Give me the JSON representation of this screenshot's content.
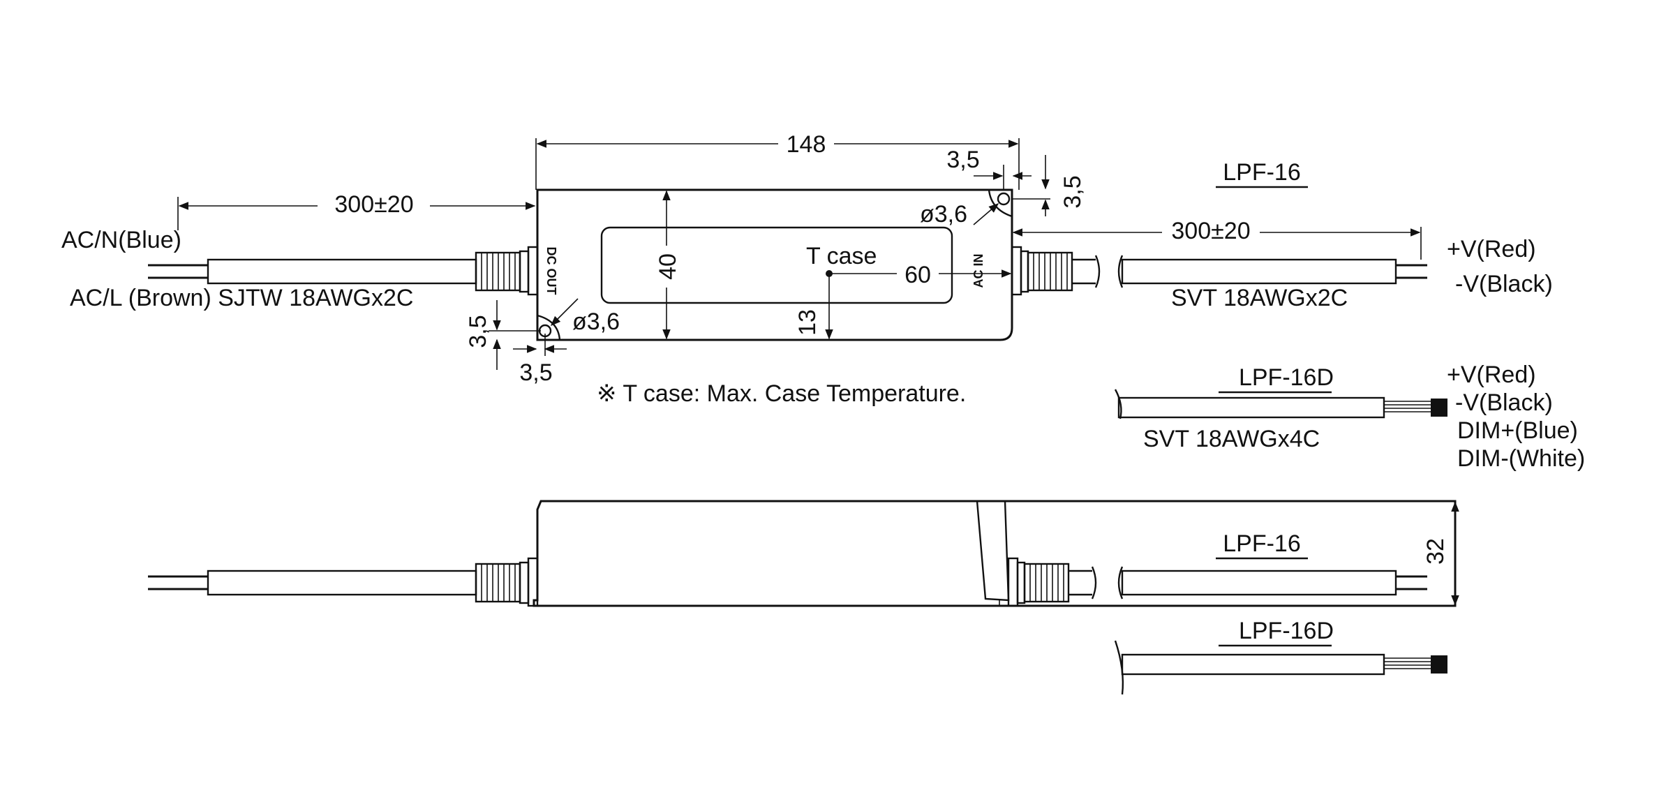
{
  "labels": {
    "top_dim_148": "148",
    "left_cable_len": "300±20",
    "right_cable_len": "300±20",
    "dim_3_5_top_h": "3,5",
    "dim_3_5_top_v": "3,5",
    "hole_top": "ø3,6",
    "hole_bottom": "ø3,6",
    "dim_3_5_bottom_v": "3,5",
    "dim_3_5_bottom_h": "3,5",
    "height_40": "40",
    "tcase": "T case",
    "dim_60": "60",
    "dim_13": "13",
    "dim_32": "32",
    "dc_out": "DC OUT",
    "ac_in": "AC IN",
    "ac_n": "AC/N(Blue)",
    "ac_l": "AC/L (Brown) SJTW 18AWGx2C",
    "model_lpf16": "LPF-16",
    "model_lpf16d": "LPF-16D",
    "model_lpf16_side": "LPF-16",
    "model_lpf16d_side": "LPF-16D",
    "out_pos": "+V(Red)",
    "out_neg": "-V(Black)",
    "svt_2c": "SVT  18AWGx2C",
    "d_pos": "+V(Red)",
    "d_neg": "-V(Black)",
    "d_dimp": "DIM+(Blue)",
    "d_dimn": "DIM-(White)",
    "svt_4c": "SVT  18AWGx4C",
    "note": "※ T case: Max. Case Temperature."
  }
}
